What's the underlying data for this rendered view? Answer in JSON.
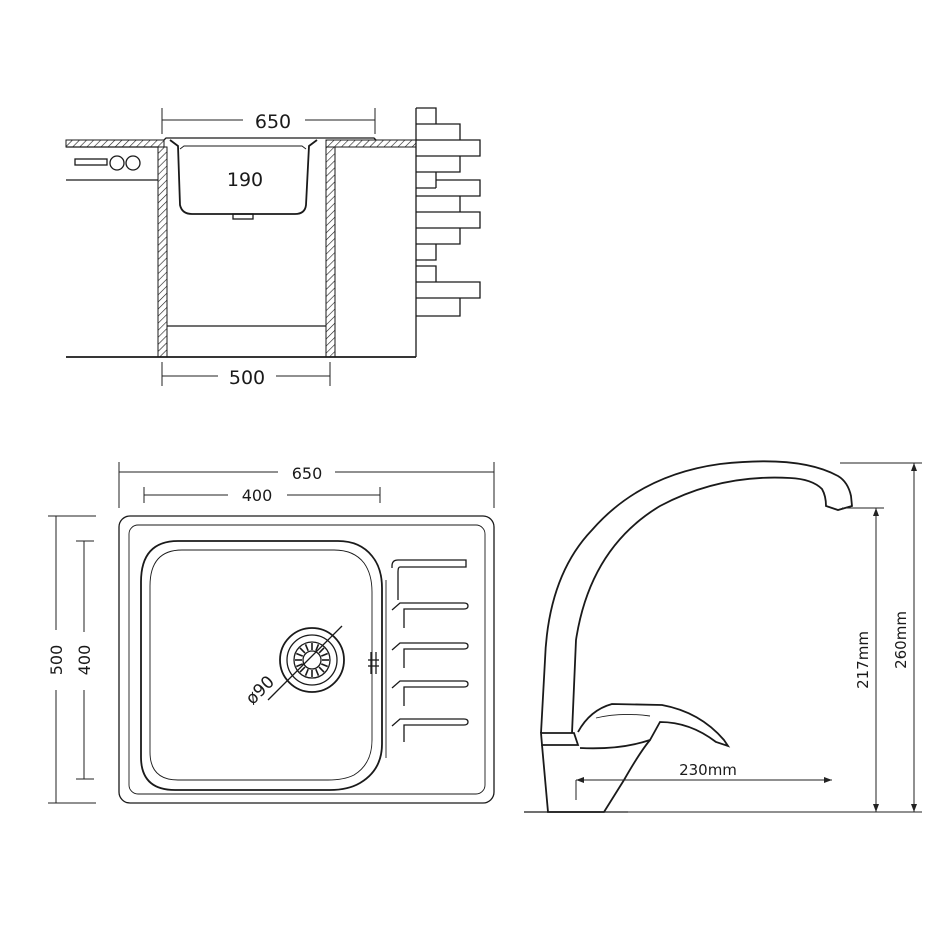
{
  "side_view": {
    "width_label": "650",
    "depth_label": "190",
    "cabinet_label": "500"
  },
  "top_view": {
    "width_label": "650",
    "bowl_width_label": "400",
    "length_label": "500",
    "bowl_length_label": "400",
    "drain_label": "ø90"
  },
  "faucet": {
    "reach_label": "230mm",
    "spout_height_label": "217mm",
    "total_height_label": "260mm"
  }
}
